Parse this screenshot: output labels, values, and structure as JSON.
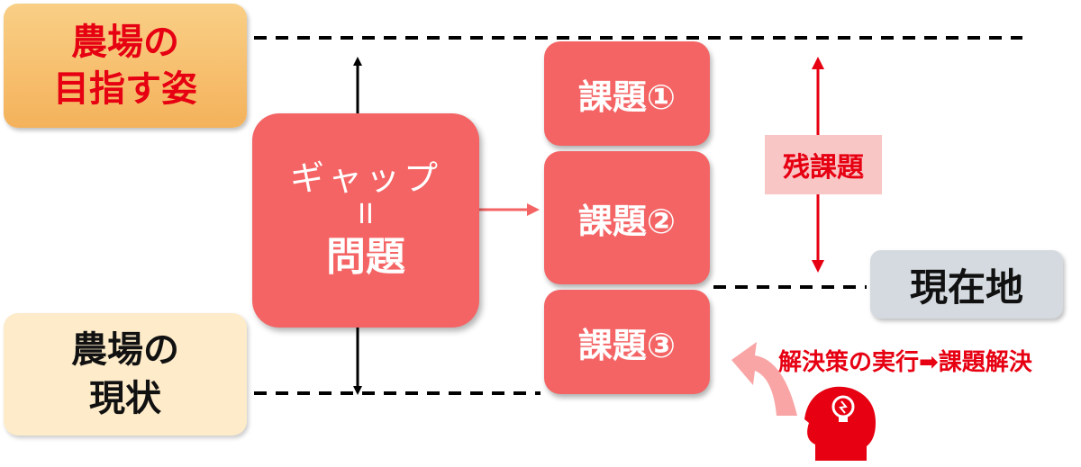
{
  "goal": {
    "line1": "農場の",
    "line2": "目指す姿"
  },
  "current": {
    "line1": "農場の",
    "line2": "現状"
  },
  "gap": {
    "line1": "ギャップ",
    "line2": "II",
    "line3": "問題"
  },
  "issues": [
    {
      "label": "課題①"
    },
    {
      "label": "課題②"
    },
    {
      "label": "課題③"
    }
  ],
  "remaining": {
    "label": "残課題"
  },
  "present_location": {
    "label": "現在地"
  },
  "action": {
    "label": "解決策の実行➡課題解決"
  },
  "icons": {
    "thinker": "head-lightbulb-icon"
  },
  "colors": {
    "accent": "#f46465",
    "red_text": "#e60012",
    "goal_bg": "#f4b25b",
    "current_bg": "#fdebc9",
    "present_bg": "#d4dadf"
  }
}
